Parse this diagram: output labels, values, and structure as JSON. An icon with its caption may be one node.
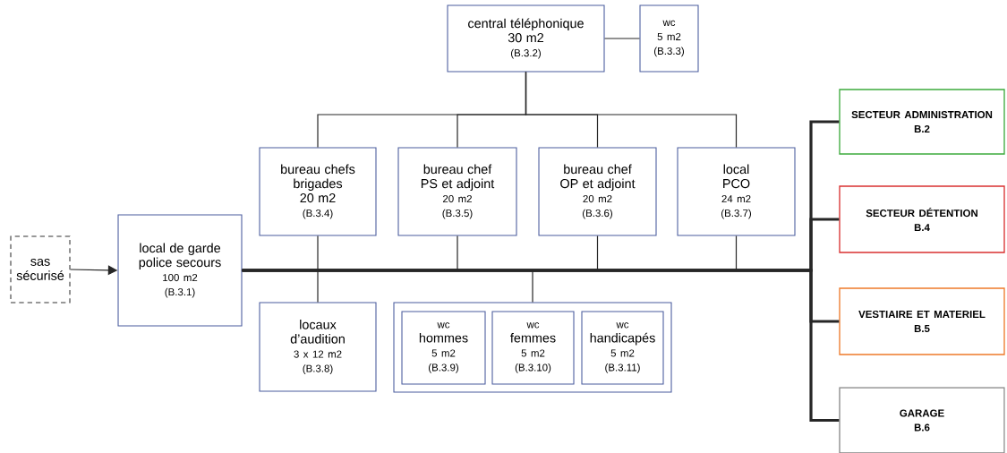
{
  "diagram": {
    "nodes": [
      {
        "text": [
          "sas sécurisé"
        ]
      },
      {
        "text": [
          "local de garde police secours",
          "100 m2",
          "(B.3.1)"
        ]
      },
      {
        "text": [
          "central téléphonique",
          "30 m2",
          "(B.3.2)"
        ]
      },
      {
        "text": [
          "wc",
          "5 m2",
          "(B.3.3)"
        ]
      },
      {
        "text": [
          "bureau chefs brigades",
          "20 m2",
          "(B.3.4)"
        ]
      },
      {
        "text": [
          "bureau chef PS et adjoint",
          "20 m2",
          "(B.3.5)"
        ]
      },
      {
        "text": [
          "bureau chef OP et adjoint",
          "20 m2",
          "(B.3.6)"
        ]
      },
      {
        "text": [
          "local PCO",
          "24 m2",
          "(B.3.7)"
        ]
      },
      {
        "text": [
          "locaux d’audition",
          "3 x 12 m2",
          "(B.3.8)"
        ]
      },
      {
        "text": [],
        "shape": "box"
      },
      {
        "text": [
          "wc",
          "hommes",
          "5 m2",
          "(B.3.9)"
        ],
        "in": 9
      },
      {
        "text": [
          "wc",
          "femmes",
          "5 m2",
          "(B.3.10)"
        ],
        "in": 9
      },
      {
        "text": [
          "wc",
          "handicapés",
          "5 m2",
          "(B.3.11)"
        ],
        "in": 9
      },
      {
        "text": [
          "SECTEUR ADMINISTRATION",
          "B.2"
        ]
      },
      {
        "text": [
          "SECTEUR DÉTENTION",
          "B.4"
        ]
      },
      {
        "text": [
          "VESTIAIRE ET MATERIEL",
          "B.5"
        ]
      },
      {
        "text": [
          "GARAGE",
          "B.6"
        ]
      }
    ],
    "edges": [
      {
        "from": 0,
        "to": 1,
        "arrow": "to"
      },
      {
        "from": 2,
        "to": 3,
        "arrow": "none"
      },
      {
        "from": 2,
        "to": 4,
        "arrow": "none"
      },
      {
        "from": 2,
        "to": 5,
        "arrow": "none"
      },
      {
        "from": 2,
        "to": 6,
        "arrow": "none"
      },
      {
        "from": 2,
        "to": 7,
        "arrow": "none"
      },
      {
        "from": 1,
        "to": 4,
        "arrow": "none"
      },
      {
        "from": 1,
        "to": 5,
        "arrow": "none"
      },
      {
        "from": 1,
        "to": 6,
        "arrow": "none"
      },
      {
        "from": 1,
        "to": 7,
        "arrow": "none"
      },
      {
        "from": 1,
        "to": 8,
        "arrow": "none"
      },
      {
        "from": 1,
        "to": 9,
        "arrow": "none"
      },
      {
        "from": 1,
        "to": 13,
        "arrow": "none",
        "style": "thick"
      },
      {
        "from": 1,
        "to": 14,
        "arrow": "none",
        "style": "thick"
      },
      {
        "from": 1,
        "to": 15,
        "arrow": "none",
        "style": "thick"
      },
      {
        "from": 1,
        "to": 16,
        "arrow": "none",
        "style": "thick"
      }
    ]
  }
}
